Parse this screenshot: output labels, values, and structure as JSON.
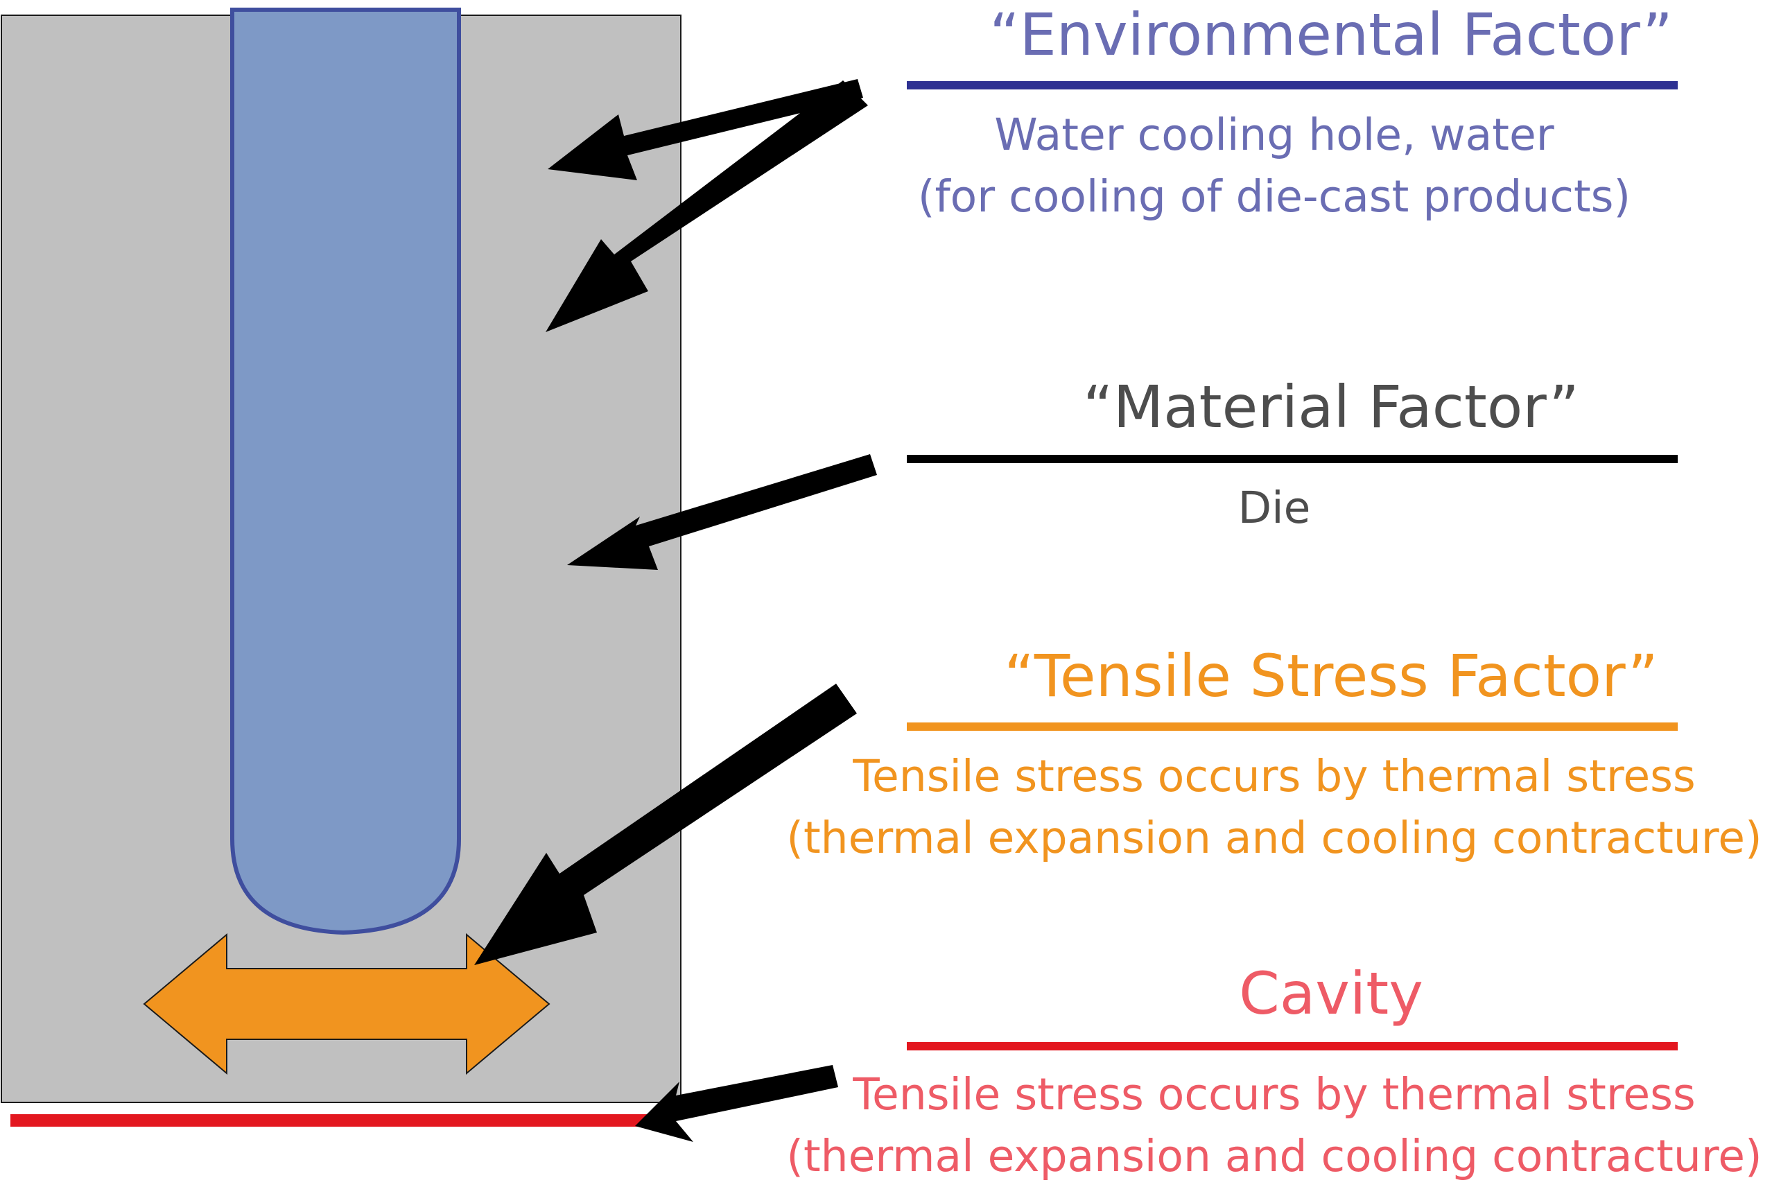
{
  "colors": {
    "die": "#c0c0c0",
    "hole_fill": "#7e99c6",
    "hole_stroke": "#3f4e9e",
    "environmental": "#6a6db3",
    "environmental_rule": "#2e3192",
    "material": "#4d4d4d",
    "material_rule": "#000000",
    "tensile": "#f1941f",
    "cavity": "#ee5b66",
    "cavity_rule": "#e3171f",
    "arrow": "#000000"
  },
  "factors": {
    "environmental": {
      "title": "“Environmental Factor”",
      "line1": "Water cooling hole, water",
      "line2": "(for cooling of die-cast products)"
    },
    "material": {
      "title": "“Material Factor”",
      "line1": "Die"
    },
    "tensile": {
      "title": "“Tensile Stress Factor”",
      "line1": "Tensile stress occurs by thermal stress",
      "line2": "(thermal expansion and cooling contracture)"
    },
    "cavity": {
      "title": "Cavity",
      "line1": "Tensile stress occurs by thermal stress",
      "line2": "(thermal expansion and cooling contracture)"
    }
  },
  "icons": [
    "arrow-icon",
    "double-arrow-icon"
  ]
}
